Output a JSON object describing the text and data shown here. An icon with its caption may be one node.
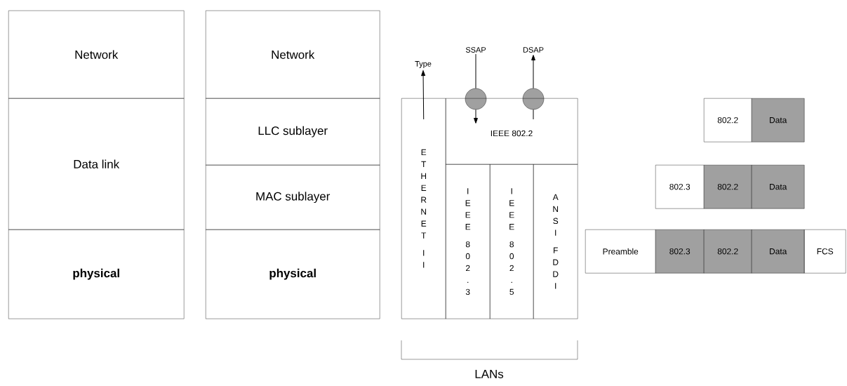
{
  "diagram": {
    "nodes": [
      {
        "text": [
          "Network"
        ]
      },
      {
        "text": [
          "Data link"
        ]
      },
      {
        "text": [
          "physical"
        ]
      },
      {
        "text": [
          "Network"
        ]
      },
      {
        "text": [
          "LLC sublayer"
        ]
      },
      {
        "text": [
          "MAC sublayer"
        ]
      },
      {
        "text": [
          "physical"
        ]
      },
      {
        "text": [
          "Type"
        ]
      },
      {
        "text": [
          "SSAP"
        ]
      },
      {
        "text": [
          "DSAP"
        ]
      },
      {
        "text": [],
        "shape": "circle"
      },
      {
        "text": [],
        "shape": "circle"
      },
      {
        "text": [
          "ETHERNET II"
        ]
      },
      {
        "text": [
          "IEEE 802.2"
        ]
      },
      {
        "text": [
          "IEEE 802.3"
        ]
      },
      {
        "text": [
          "IEEE 802.5"
        ]
      },
      {
        "text": [
          "ANSI FDDI"
        ]
      },
      {
        "text": [
          "802.2"
        ]
      },
      {
        "text": [
          "Data"
        ]
      },
      {
        "text": [
          "802.3"
        ]
      },
      {
        "text": [
          "802.2"
        ]
      },
      {
        "text": [
          "Data"
        ]
      },
      {
        "text": [
          "Preamble"
        ]
      },
      {
        "text": [
          "802.3"
        ]
      },
      {
        "text": [
          "802.2"
        ]
      },
      {
        "text": [
          "Data"
        ]
      },
      {
        "text": [
          "FCS"
        ]
      }
    ],
    "edges": [
      {
        "from": 12,
        "to": 7,
        "arrow": "to"
      },
      {
        "from": 8,
        "to": 10,
        "arrow": "none"
      },
      {
        "from": 10,
        "to": 13,
        "arrow": "to"
      },
      {
        "from": 13,
        "to": 11,
        "arrow": "none"
      },
      {
        "from": 11,
        "to": 9,
        "arrow": "to"
      }
    ],
    "labels": [
      "LANs"
    ]
  }
}
